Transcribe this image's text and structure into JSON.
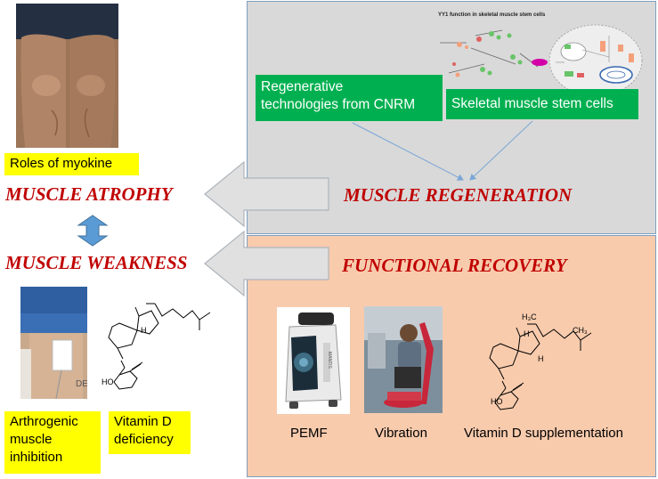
{
  "left": {
    "myokine_label": "Roles of myokine",
    "atrophy_title": "MUSCLE ATROPHY",
    "weakness_title": "MUSCLE WEAKNESS",
    "arthrogenic_label": [
      "Arthrogenic",
      "muscle",
      "inhibition"
    ],
    "vitd_deficiency_label": [
      "Vitamin D",
      "deficiency"
    ]
  },
  "top_panel": {
    "diagram_title": "YY1 function in skeletal muscle stem cells",
    "regenerative_label": [
      "Regenerative",
      "technologies from CNRM"
    ],
    "stem_cells_label": "Skeletal muscle stem cells",
    "regeneration_title": "MUSCLE REGENERATION"
  },
  "bottom_panel": {
    "recovery_title": "FUNCTIONAL RECOVERY",
    "pemf_label": "PEMF",
    "vibration_label": "Vibration",
    "supplementation_label": "Vitamin D supplementation",
    "device_brand": "MANTIS"
  },
  "chemistry": {
    "methyl_label": "H₃C",
    "h_label": "H",
    "ho_label": "HO",
    "ch3_label": "CH₃"
  },
  "colors": {
    "title_red": "#c00000",
    "green_box": "#00b050",
    "yellow_box": "#ffff00",
    "top_panel": "#d9d9d9",
    "bottom_panel": "#f8cbad",
    "arrow_fill": "#e0e0e0",
    "double_arrow": "#5b9bd5"
  }
}
